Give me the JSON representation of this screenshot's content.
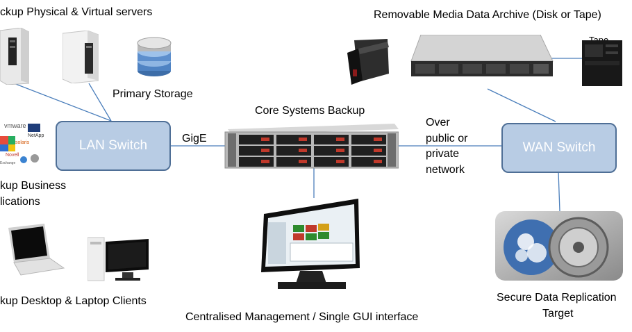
{
  "labels": {
    "servers": "ckup Physical  & Virtual servers",
    "removable": "Removable Media Data Archive (Disk or Tape)",
    "tape": "Tape",
    "primary_storage": "Primary Storage",
    "core_backup": "Core Systems  Backup",
    "gige": "GigE",
    "over_line1": "Over",
    "over_line2": "public or",
    "over_line3": "private",
    "over_line4": "network",
    "business_line1": "kup Business",
    "business_line2": "lications",
    "desktop": "kup Desktop & Laptop Clients",
    "central": "Centralised Management / Single GUI interface",
    "secure_line1": "Secure Data Replication",
    "secure_line2": "Target"
  },
  "switches": {
    "lan": "LAN Switch",
    "wan": "WAN Switch"
  },
  "logos": [
    "vmware",
    "NetApp",
    "solaris",
    "Novell",
    "Exchange"
  ],
  "colors": {
    "switch_fill": "#b8cce4",
    "switch_border": "#4f6f96",
    "connector": "#4a7ebb"
  }
}
